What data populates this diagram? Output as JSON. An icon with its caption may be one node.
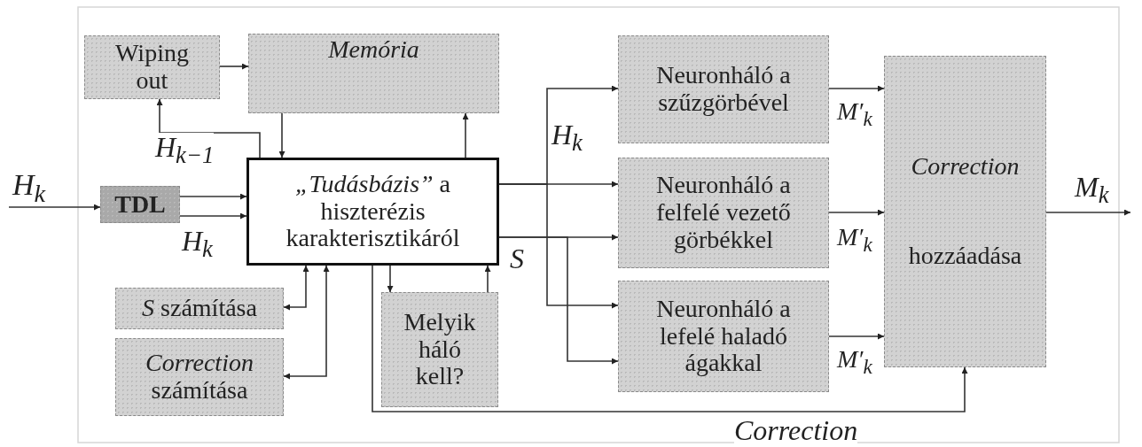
{
  "diagram": {
    "nodes": [
      {
        "text": [
          "Wiping out"
        ]
      },
      {
        "text": [
          "Memória"
        ]
      },
      {
        "text": [
          "*„Tudásbázis”* a hiszterézis karakterisztikáról"
        ]
      },
      {
        "text": [
          "TDL"
        ]
      },
      {
        "text": [
          "*S* számítása"
        ]
      },
      {
        "text": [
          "*Correction* számítása"
        ]
      },
      {
        "text": [
          "Melyik háló kell?"
        ]
      },
      {
        "text": [
          "Neuronháló a szűzgörbével"
        ]
      },
      {
        "text": [
          "Neuronháló a felfelé vezető görbékkel"
        ]
      },
      {
        "text": [
          "Neuronháló a lefelé haladó ágakkal"
        ]
      },
      {
        "text": [
          "Correction",
          "hozzáadása"
        ]
      }
    ],
    "edges": [
      {
        "from": null,
        "to": 3,
        "arrow": "to",
        "label": "H$_{k}$"
      },
      {
        "from": 3,
        "to": 2,
        "arrow": "to",
        "label": "H$_{k−1}$"
      },
      {
        "from": 3,
        "to": 2,
        "arrow": "to",
        "label": "H$_{k}$"
      },
      {
        "from": 0,
        "to": 1,
        "arrow": "to"
      },
      {
        "from": 2,
        "to": 0,
        "arrow": "to"
      },
      {
        "from": 1,
        "to": 2,
        "arrow": "to"
      },
      {
        "from": 2,
        "to": 1,
        "arrow": "to"
      },
      {
        "from": 2,
        "to": 4,
        "arrow": "both"
      },
      {
        "from": 2,
        "to": 5,
        "arrow": "both"
      },
      {
        "from": 2,
        "to": 6,
        "arrow": "to"
      },
      {
        "from": 6,
        "to": 2,
        "arrow": "to"
      },
      {
        "from": 2,
        "to": 7,
        "arrow": "to"
      },
      {
        "from": 2,
        "to": 8,
        "arrow": "to",
        "label": "H$_{k}$"
      },
      {
        "from": 2,
        "to": 9,
        "arrow": "to"
      },
      {
        "from": 2,
        "to": 8,
        "arrow": "to",
        "label": "S"
      },
      {
        "from": 2,
        "to": 9,
        "arrow": "to"
      },
      {
        "from": 7,
        "to": 10,
        "arrow": "to",
        "label": "M′$_{k}$"
      },
      {
        "from": 8,
        "to": 10,
        "arrow": "to",
        "label": "M′$_{k}$"
      },
      {
        "from": 9,
        "to": 10,
        "arrow": "to",
        "label": "M′$_{k}$"
      },
      {
        "from": 2,
        "to": 10,
        "arrow": "to",
        "label": "Correction"
      },
      {
        "from": 10,
        "to": null,
        "arrow": "to",
        "label": "M$_{k}$"
      }
    ]
  }
}
